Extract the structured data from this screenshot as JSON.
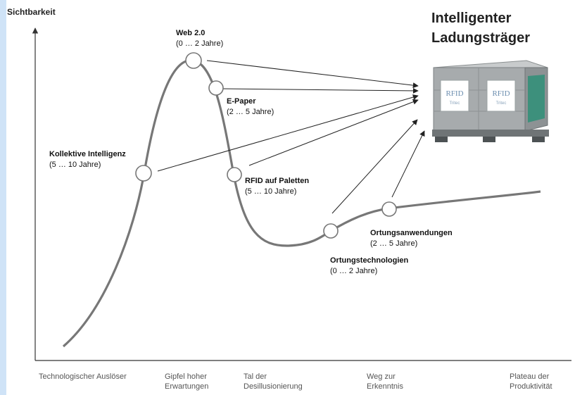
{
  "y_axis_label": "Sichtbarkeit",
  "product": {
    "title_line1": "Intelligenter",
    "title_line2": "Ladungsträger",
    "tag_text": "RFID",
    "tag_sub": "Tritec"
  },
  "technologies": {
    "web20": {
      "name": "Web 2.0",
      "span": "(0 … 2 Jahre)"
    },
    "epaper": {
      "name": "E-Paper",
      "span": "(2 … 5 Jahre)"
    },
    "kollektive": {
      "name": "Kollektive Intelligenz",
      "span": "(5 … 10 Jahre)"
    },
    "rfid": {
      "name": "RFID auf Paletten",
      "span": "(5 … 10 Jahre)"
    },
    "ortungstech": {
      "name": "Ortungstechnologien",
      "span": "(0 … 2 Jahre)"
    },
    "ortungsanw": {
      "name": "Ortungsanwendungen",
      "span": "(2 … 5 Jahre)"
    }
  },
  "phases": {
    "p1": {
      "line1": "Technologischer Auslöser",
      "line2": ""
    },
    "p2": {
      "line1": "Gipfel hoher",
      "line2": "Erwartungen"
    },
    "p3": {
      "line1": "Tal der",
      "line2": "Desillusionierung"
    },
    "p4": {
      "line1": "Weg zur",
      "line2": "Erkenntnis"
    },
    "p5": {
      "line1": "Plateau der",
      "line2": "Produktivität"
    }
  },
  "colors": {
    "curve": "#777777",
    "axis": "#333333",
    "arrow": "#222222",
    "node_fill": "#ffffff",
    "sidebar": "#cfe3f7"
  }
}
